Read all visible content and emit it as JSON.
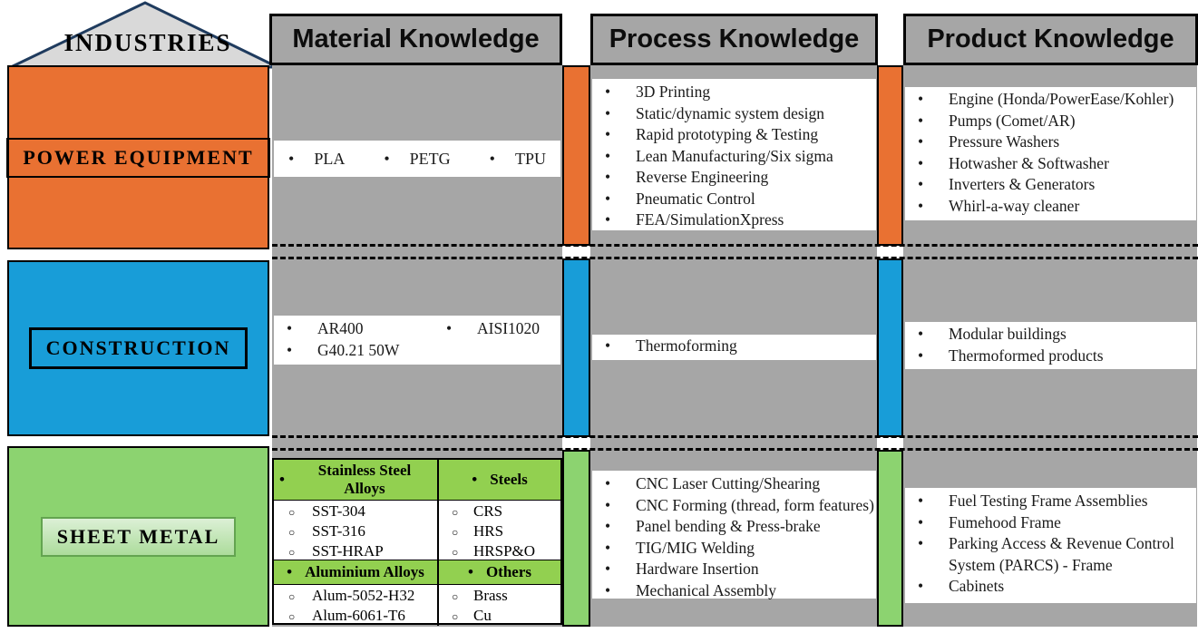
{
  "industries": {
    "title": "INDUSTRIES"
  },
  "columns": {
    "material": "Material Knowledge",
    "process": "Process Knowledge",
    "product": "Product Knowledge"
  },
  "colors": {
    "power_orange": "#E97132",
    "construction_blue": "#189DD8",
    "sheet_green": "#8CD370",
    "column_gray": "#A6A6A6",
    "table_header_green": "#92D050",
    "roof_gray": "#D9D9D9"
  },
  "power": {
    "label": "POWER EQUIPMENT",
    "materials": [
      "PLA",
      "PETG",
      "TPU"
    ],
    "processes": [
      "3D Printing",
      "Static/dynamic system design",
      "Rapid prototyping & Testing",
      "Lean Manufacturing/Six sigma",
      "Reverse Engineering",
      "Pneumatic Control",
      "FEA/SimulationXpress"
    ],
    "products": [
      "Engine (Honda/PowerEase/Kohler)",
      "Pumps (Comet/AR)",
      "Pressure Washers",
      "Hotwasher & Softwasher",
      "Inverters & Generators",
      "Whirl-a-way cleaner"
    ]
  },
  "construction": {
    "label": "CONSTRUCTION",
    "materials_col1": [
      "AR400",
      "G40.21 50W"
    ],
    "materials_col2": [
      "AISI1020"
    ],
    "processes": [
      "Thermoforming"
    ],
    "products": [
      "Modular buildings",
      "Thermoformed products"
    ]
  },
  "sheet_metal": {
    "label": "SHEET METAL",
    "material_table": {
      "section1": {
        "left_header": "Stainless Steel Alloys",
        "right_header": "Steels",
        "left_items": [
          "SST-304",
          "SST-316",
          "SST-HRAP"
        ],
        "right_items": [
          "CRS",
          "HRS",
          "HRSP&O"
        ]
      },
      "section2": {
        "left_header": "Aluminium Alloys",
        "right_header": "Others",
        "left_items": [
          "Alum-5052-H32",
          "Alum-6061-T6"
        ],
        "right_items": [
          "Brass",
          "Cu"
        ]
      }
    },
    "processes": [
      "CNC Laser Cutting/Shearing",
      "CNC Forming (thread, form features)",
      "Panel bending & Press-brake",
      "TIG/MIG Welding",
      "Hardware Insertion",
      "Mechanical Assembly"
    ],
    "products": [
      "Fuel Testing Frame Assemblies",
      "Fumehood Frame",
      "Parking Access & Revenue Control System (PARCS) - Frame",
      "Cabinets"
    ]
  }
}
